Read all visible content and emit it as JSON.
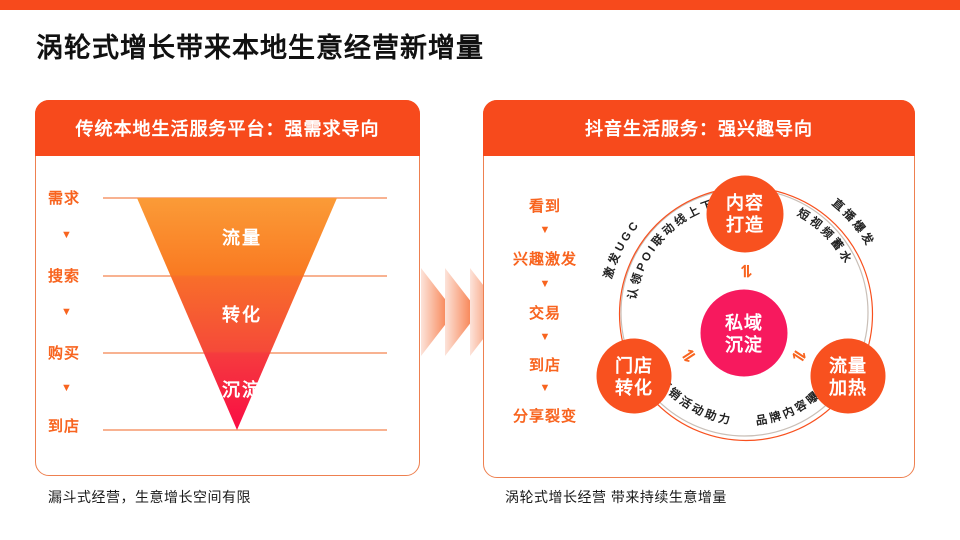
{
  "title": "涡轮式增长带来本地生意经营新增量",
  "icons": {
    "down_triangle": "▼",
    "exchange_arrows": "⇌"
  },
  "colors": {
    "accent": "#F74A1C",
    "panel_border": "#EE8050",
    "funnel_top": "#FB9B37",
    "funnel_bottom": "#FA0C44",
    "node_orange": "#F8511F",
    "center_node_pink": "#F7195E"
  },
  "left_panel": {
    "header": "传统本地生活服务平台：强需求导向",
    "steps": [
      "需求",
      "搜索",
      "购买",
      "到店"
    ],
    "funnel_bands": [
      "流量",
      "转化",
      "沉淀"
    ],
    "caption": "漏斗式经营，生意增长空间有限"
  },
  "right_panel": {
    "header": "抖音生活服务：强兴趣导向",
    "steps": [
      "看到",
      "兴趣激发",
      "交易",
      "到店",
      "分享裂变"
    ],
    "turbine": {
      "center_lines": [
        "私域",
        "沉淀"
      ],
      "top_node_lines": [
        "内容",
        "打造"
      ],
      "left_node_lines": [
        "门店",
        "转化"
      ],
      "right_node_lines": [
        "流量",
        "加热"
      ],
      "arcs": {
        "upper_left_outer": "激发UGC",
        "upper_left_inner": "认领POI联动线上下",
        "upper_right_outer": "直播爆发",
        "upper_right_inner": "短视频蓄水",
        "bottom_left": "营销活动助力",
        "bottom_right": "品牌内容曝光"
      }
    },
    "caption": "涡轮式增长经营 带来持续生意增量"
  }
}
